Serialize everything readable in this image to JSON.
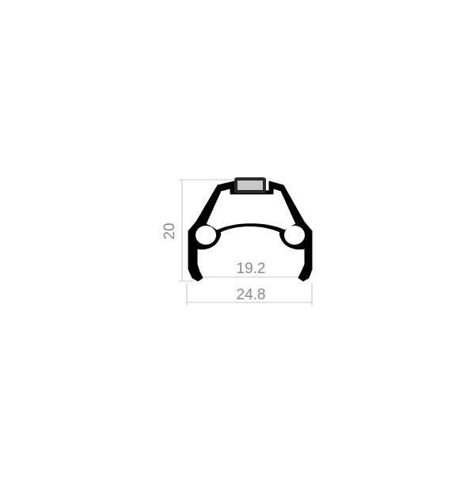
{
  "diagram": {
    "dimensions": {
      "height_label": "20",
      "inner_width_label": "19.2",
      "outer_width_label": "24.8"
    },
    "colors": {
      "profile": "#000000",
      "dimension_text": "#8a8a8a",
      "dimension_line": "#b4b4b4",
      "background": "#ffffff"
    }
  }
}
